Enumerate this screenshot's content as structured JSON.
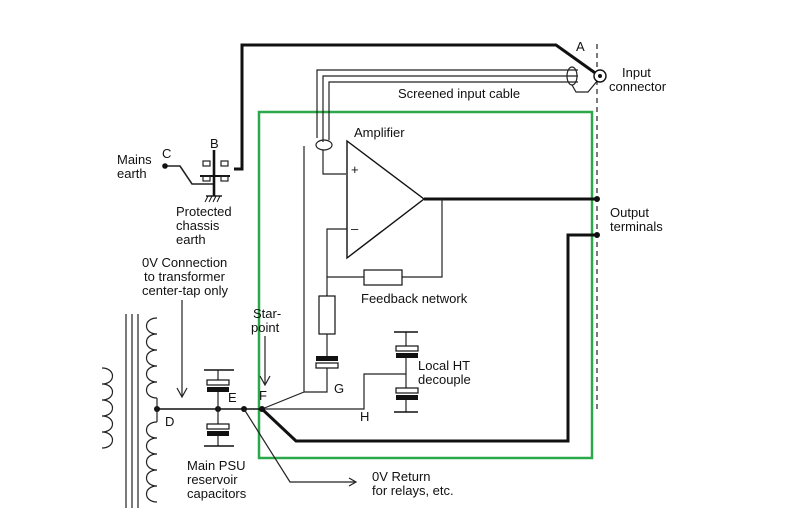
{
  "colors": {
    "box": "#2aa84a",
    "line": "#111111"
  },
  "labels": {
    "input_connector": [
      "Input",
      "connector"
    ],
    "screened_cable": "Screened input cable",
    "amplifier": "Amplifier",
    "output_terminals": [
      "Output",
      "terminals"
    ],
    "mains_earth": [
      "Mains",
      "earth"
    ],
    "protected_chassis_earth": [
      "Protected",
      "chassis",
      "earth"
    ],
    "zero_v_connection": [
      "0V Connection",
      "to transformer",
      "center-tap only"
    ],
    "star_point": [
      "Star-",
      "point"
    ],
    "feedback_network": "Feedback network",
    "local_ht_decouple": [
      "Local HT",
      "decouple"
    ],
    "main_psu_capacitors": [
      "Main PSU",
      "reservoir",
      "capacitors"
    ],
    "zero_v_return": [
      "0V Return",
      "for relays, etc."
    ],
    "plus_sign": "+",
    "minus_sign": "–"
  },
  "points": {
    "A": "A",
    "B": "B",
    "C": "C",
    "D": "D",
    "E": "E",
    "F": "F",
    "G": "G",
    "H": "H"
  }
}
